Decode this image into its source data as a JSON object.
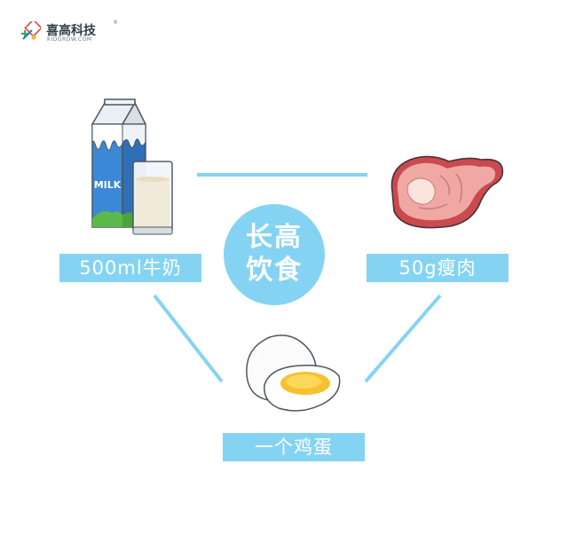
{
  "brand": {
    "name": "喜高科技",
    "subtitle": "KIDGROW.COM",
    "registered": "®",
    "accent_color": "#85d3f3"
  },
  "center": {
    "line1": "长高",
    "line2": "饮食"
  },
  "items": {
    "milk": {
      "label": "500ml牛奶",
      "carton_text": "MILK"
    },
    "meat": {
      "label": "50g瘦肉"
    },
    "egg": {
      "label": "一个鸡蛋"
    }
  }
}
